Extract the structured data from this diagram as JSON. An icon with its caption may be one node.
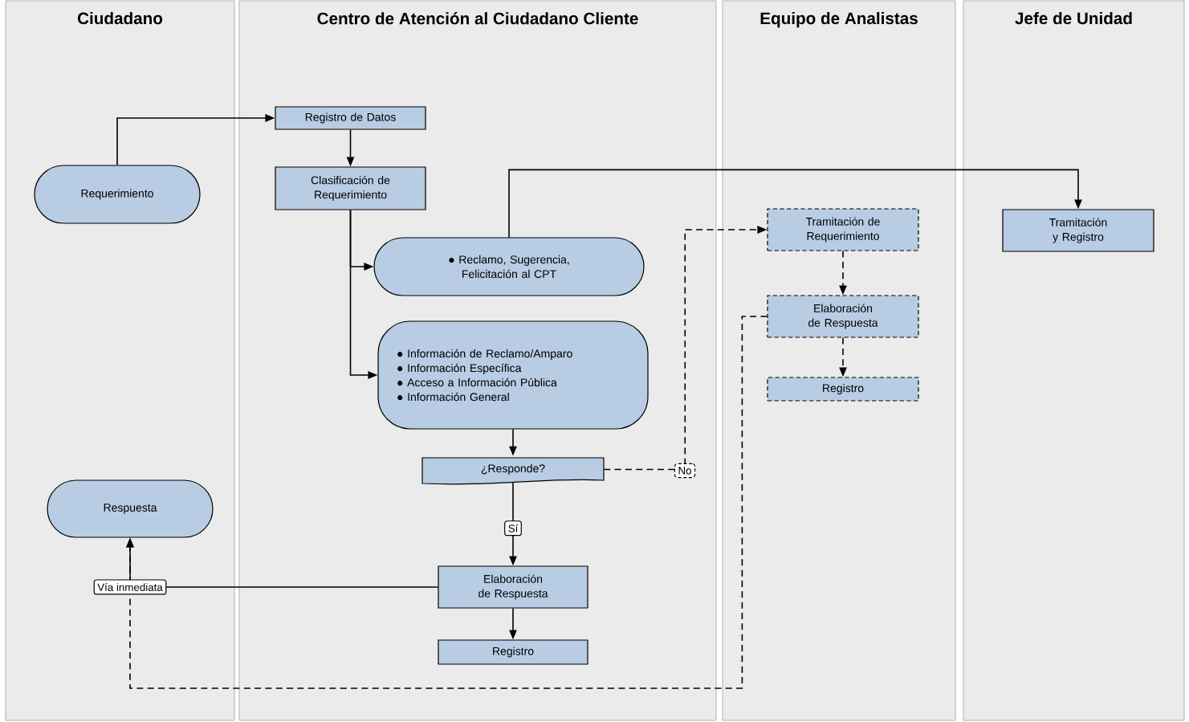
{
  "diagram": {
    "nodes": [
      {
        "text": [
          "Ciudadano"
        ]
      },
      {
        "text": [
          "Centro de Atención al Ciudadano Cliente"
        ]
      },
      {
        "text": [
          "Equipo de Analistas"
        ]
      },
      {
        "text": [
          "Jefe de Unidad"
        ]
      },
      {
        "text": [
          "Requerimiento"
        ],
        "in": 0
      },
      {
        "text": [
          "Registro de Datos"
        ],
        "in": 1
      },
      {
        "text": [
          "Clasificación de Requerimiento"
        ],
        "in": 1
      },
      {
        "text": [
          "● Reclamo, Sugerencia, Felicitación al CPT"
        ],
        "in": 1
      },
      {
        "text": [
          "● Información de Reclamo/Amparo",
          "● Información Específica",
          "● Acceso a Información Pública",
          "● Información General"
        ],
        "in": 1
      },
      {
        "text": [
          "¿Responde?"
        ],
        "in": 1
      },
      {
        "text": [
          "Elaboración de Respuesta"
        ],
        "in": 1
      },
      {
        "text": [
          "Registro"
        ],
        "in": 1
      },
      {
        "text": [
          "Tramitación de Requerimiento"
        ],
        "in": 2
      },
      {
        "text": [
          "Elaboración de Respuesta"
        ],
        "in": 2
      },
      {
        "text": [
          "Registro"
        ],
        "in": 2
      },
      {
        "text": [
          "Tramitación y Registro"
        ],
        "in": 3
      },
      {
        "text": [
          "Respuesta"
        ],
        "in": 0
      }
    ],
    "edges": [
      {
        "from": 4,
        "to": 5,
        "arrow": "to"
      },
      {
        "from": 5,
        "to": 6,
        "arrow": "to"
      },
      {
        "from": 6,
        "to": 7,
        "arrow": "to"
      },
      {
        "from": 6,
        "to": 8,
        "arrow": "to"
      },
      {
        "from": 7,
        "to": 15,
        "arrow": "to"
      },
      {
        "from": 8,
        "to": 9,
        "arrow": "to"
      },
      {
        "from": 9,
        "to": 10,
        "arrow": "to",
        "label": "Sí"
      },
      {
        "from": 9,
        "to": 12,
        "arrow": "to",
        "label": "No",
        "style": "dashed"
      },
      {
        "from": 12,
        "to": 13,
        "arrow": "to",
        "style": "dashed"
      },
      {
        "from": 13,
        "to": 14,
        "arrow": "to",
        "style": "dashed"
      },
      {
        "from": 10,
        "to": 11,
        "arrow": "to"
      },
      {
        "from": 10,
        "to": 16,
        "arrow": "to",
        "label": "Vía inmediata"
      },
      {
        "from": 13,
        "to": 16,
        "arrow": "to",
        "style": "dashed"
      }
    ]
  }
}
